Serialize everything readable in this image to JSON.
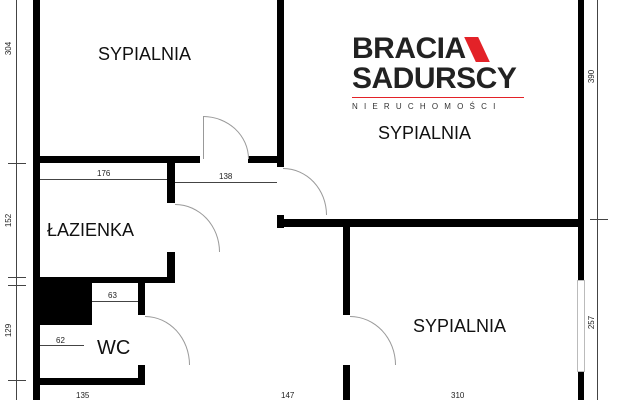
{
  "rooms": {
    "bed1": "SYPIALNIA",
    "bed2": "SYPIALNIA",
    "bed3": "SYPIALNIA",
    "bath": "ŁAZIENKA",
    "wc": "WC"
  },
  "dimensions": {
    "d304": "304",
    "d152": "152",
    "d129": "129",
    "d390": "390",
    "d257": "257",
    "d176": "176",
    "d138": "138",
    "d63": "63",
    "d62": "62",
    "d135": "135",
    "d147": "147",
    "d310": "310"
  },
  "logo": {
    "line1": "BRACIA",
    "line2": "SADURSCY",
    "tagline": "NIERUCHOMOŚCI",
    "accent": "#e32228"
  }
}
